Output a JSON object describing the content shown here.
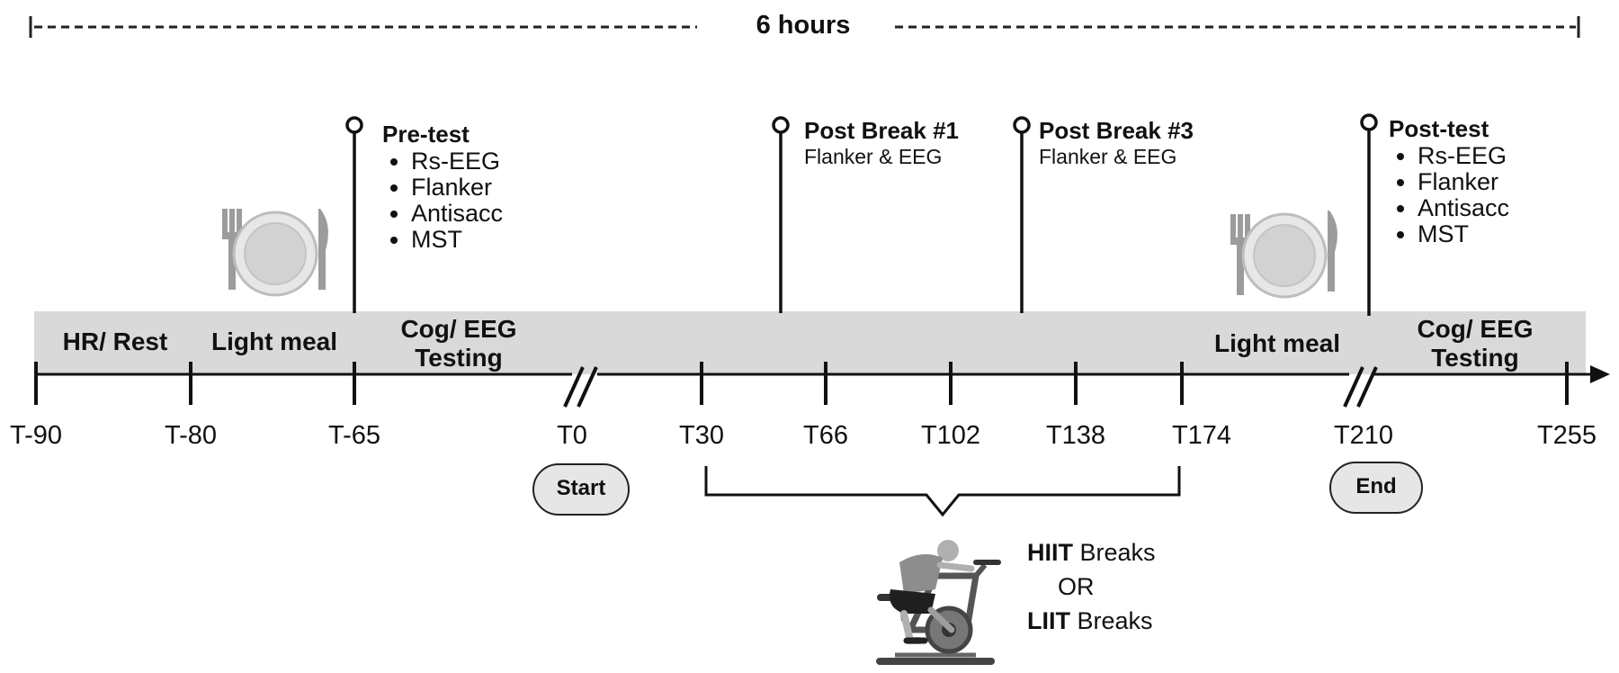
{
  "duration_label": "6 hours",
  "phases": {
    "hr_rest": "HR/ Rest",
    "light_meal_1": "Light meal",
    "cog_eeg_1": [
      "Cog/ EEG",
      "Testing"
    ],
    "light_meal_2": "Light meal",
    "cog_eeg_2": [
      "Cog/ EEG",
      "Testing"
    ]
  },
  "ticks": [
    "T-90",
    "T-80",
    "T-65",
    "T0",
    "T30",
    "T66",
    "T102",
    "T138",
    "T174",
    "T210",
    "T255"
  ],
  "start_label": "Start",
  "end_label": "End",
  "markers": {
    "pre_test": {
      "title": "Pre-test",
      "items": [
        "Rs-EEG",
        "Flanker",
        "Antisacc",
        "MST"
      ]
    },
    "post_break_1": {
      "title": "Post Break #1",
      "subtitle": "Flanker & EEG"
    },
    "post_break_3": {
      "title": "Post Break #3",
      "subtitle": "Flanker & EEG"
    },
    "post_test": {
      "title": "Post-test",
      "items": [
        "Rs-EEG",
        "Flanker",
        "Antisacc",
        "MST"
      ]
    }
  },
  "breaks": {
    "hiit_bold": "HIIT",
    "hiit_rest": " Breaks",
    "or": "OR",
    "liit_bold": "LIIT",
    "liit_rest": " Breaks"
  },
  "icons": [
    "plate-cutlery-icon",
    "plate-cutlery-icon",
    "exercise-bike-rider-icon"
  ],
  "colors": {
    "band": "#d9d9d9",
    "line": "#111111",
    "pill": "#e6e6e6"
  }
}
